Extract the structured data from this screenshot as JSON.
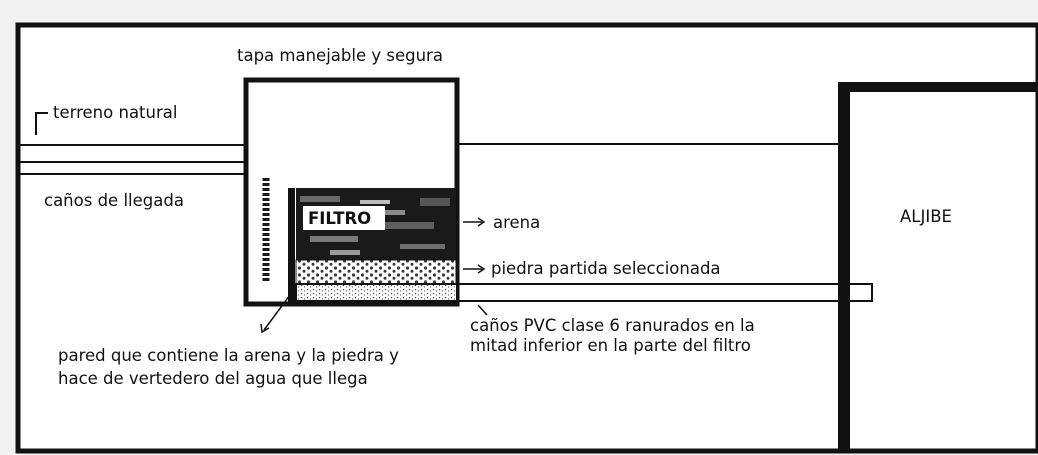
{
  "diagram": {
    "labels": {
      "lid": "tapa manejable y segura",
      "natural_ground": "terreno natural",
      "inlet_pipes": "caños de llegada",
      "filter": "FILTRO",
      "sand": "arena",
      "crushed_stone": "piedra partida seleccionada",
      "cistern": "ALJIBE",
      "pvc_pipes_line1": "caños PVC clase 6 ranurados en la",
      "pvc_pipes_line2": "mitad inferior en la parte del filtro",
      "wall_line1": "pared que contiene la arena y la piedra y",
      "wall_line2": "hace de vertedero del agua que llega"
    },
    "colors": {
      "background": "#f2f2f2",
      "frame": "#111111",
      "paper": "#ffffff",
      "sand": "#1a1a1a",
      "stone": "#444444"
    }
  }
}
